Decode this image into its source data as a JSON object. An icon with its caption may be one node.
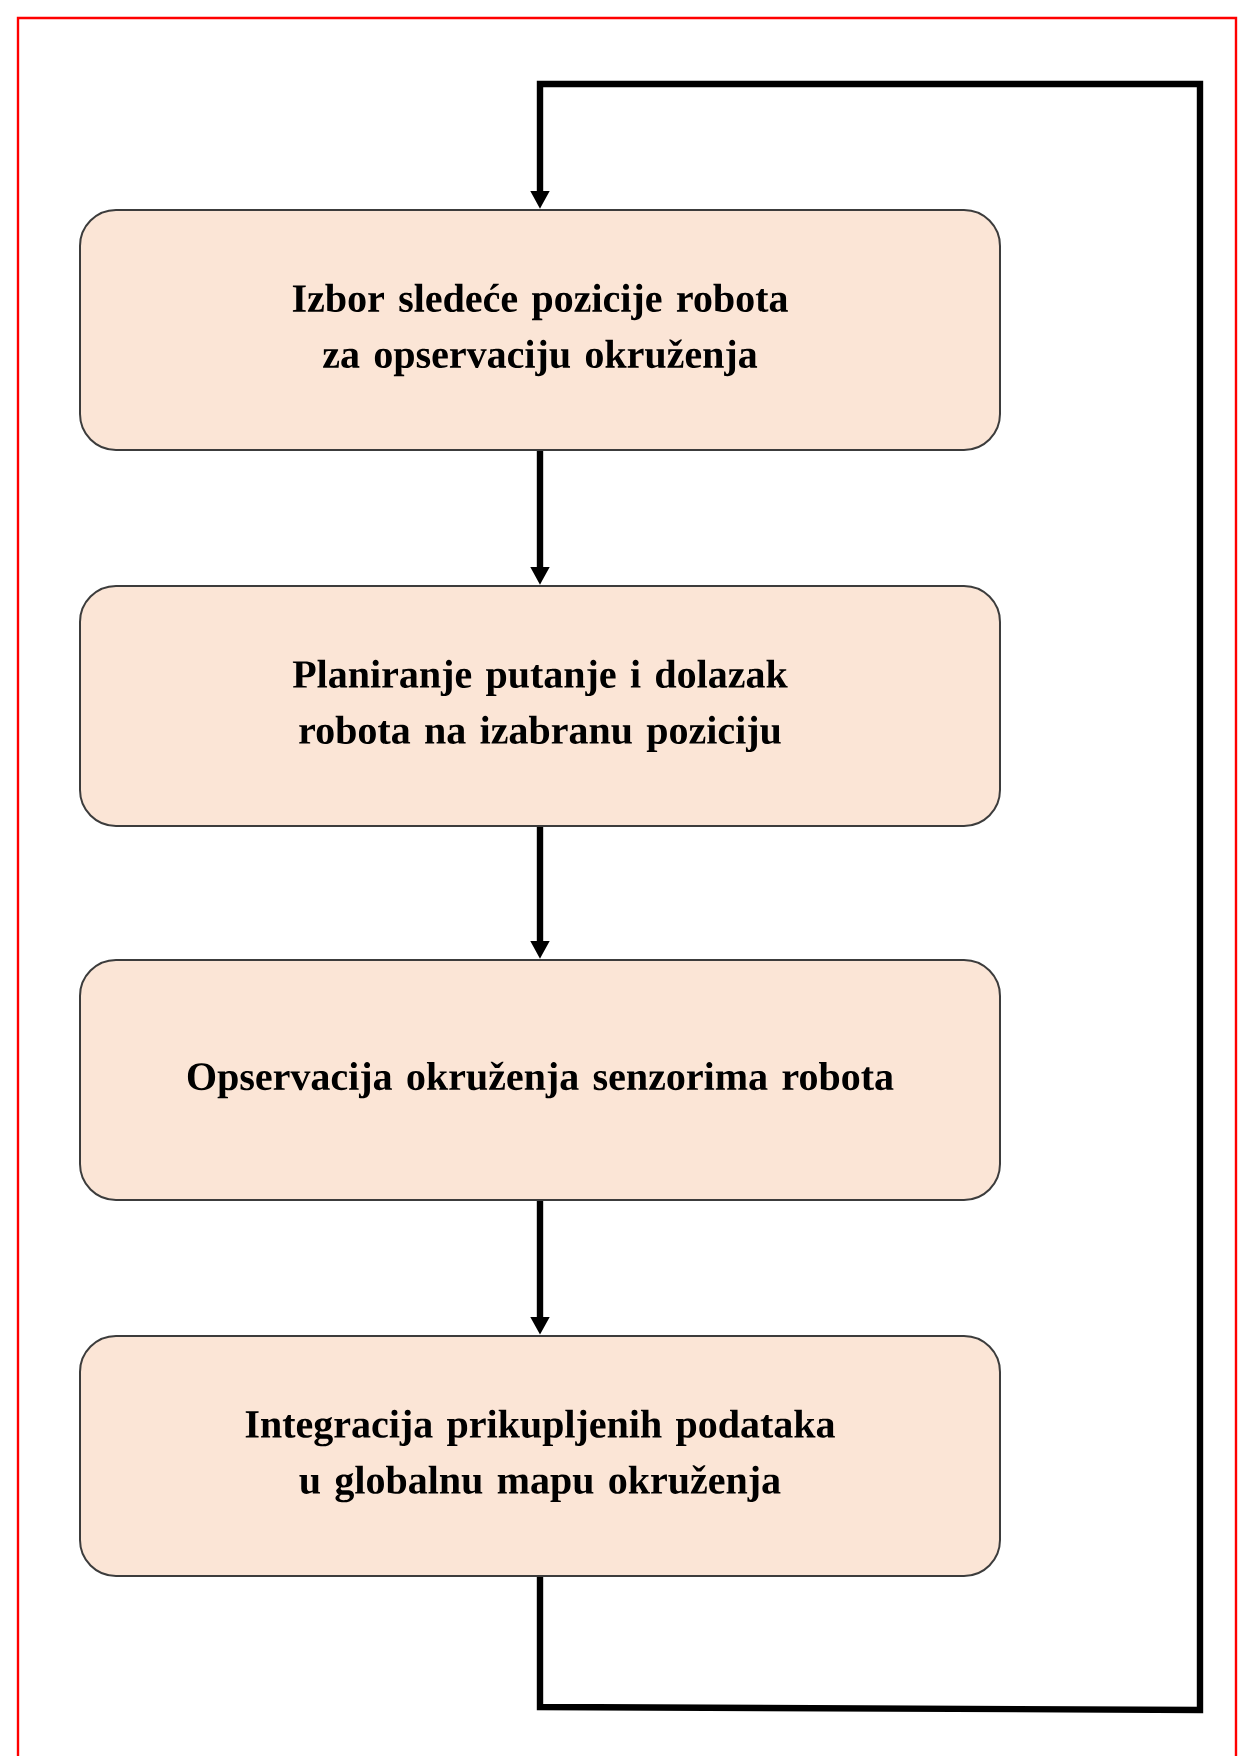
{
  "diagram": {
    "nodes": [
      {
        "text": [
          "Izbor sledeće pozicije robota za opservaciju okruženja"
        ]
      },
      {
        "text": [
          "Planiranje putanje i dolazak robota na izabranu poziciju"
        ]
      },
      {
        "text": [
          "Opservacija okruženja senzorima robota"
        ]
      },
      {
        "text": [
          "Integracija prikupljenih podataka u globalnu mapu okruženja"
        ]
      }
    ],
    "edges": [
      {
        "from": 0,
        "to": 1,
        "arrow": "to"
      },
      {
        "from": 1,
        "to": 2,
        "arrow": "to"
      },
      {
        "from": 2,
        "to": 3,
        "arrow": "to"
      },
      {
        "from": 3,
        "to": 0,
        "arrow": "to"
      }
    ]
  }
}
